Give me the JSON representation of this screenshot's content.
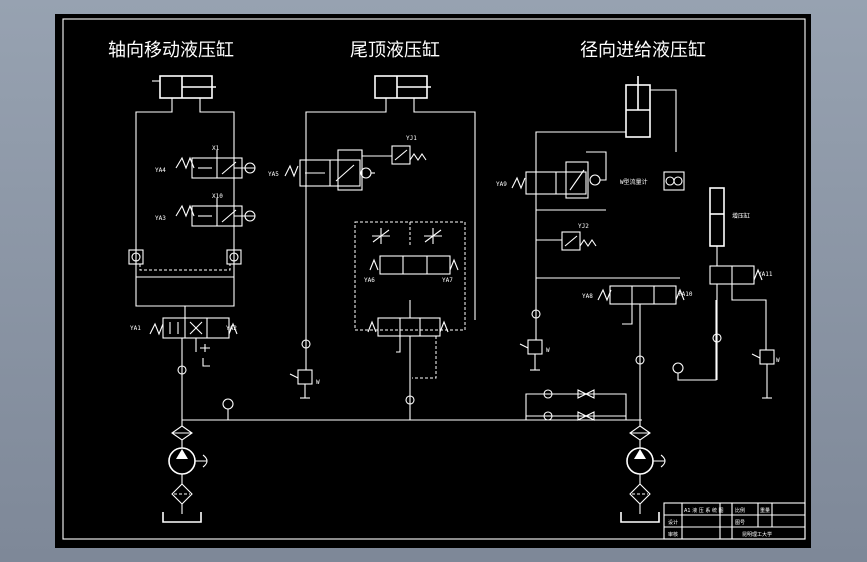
{
  "titles": {
    "axial": "轴向移动液压缸",
    "tail": "尾顶液压缸",
    "radial": "径向进给液压缸"
  },
  "labels": {
    "x1": "X1",
    "x10": "X10",
    "ya4": "YA4",
    "ya3": "YA3",
    "ya5": "YA5",
    "ya1": "YA1",
    "ya2": "YA2",
    "ya6": "YA6",
    "ya7": "YA7",
    "yj1": "YJ1",
    "yj2": "YJ2",
    "ya9": "YA9",
    "ya8": "YA8",
    "ya10": "YA10",
    "ya11": "YA11",
    "w1": "W",
    "w2": "W",
    "w3": "W",
    "flowmeter": "W型流量计",
    "accumulator": "增压缸"
  },
  "titleblock": {
    "r1": "A1 液 压 系 统 图",
    "r2": "设计",
    "r3": "审核",
    "c1": "比例",
    "c2": "重量",
    "c3": "图号",
    "school": "昆明理工大学"
  }
}
